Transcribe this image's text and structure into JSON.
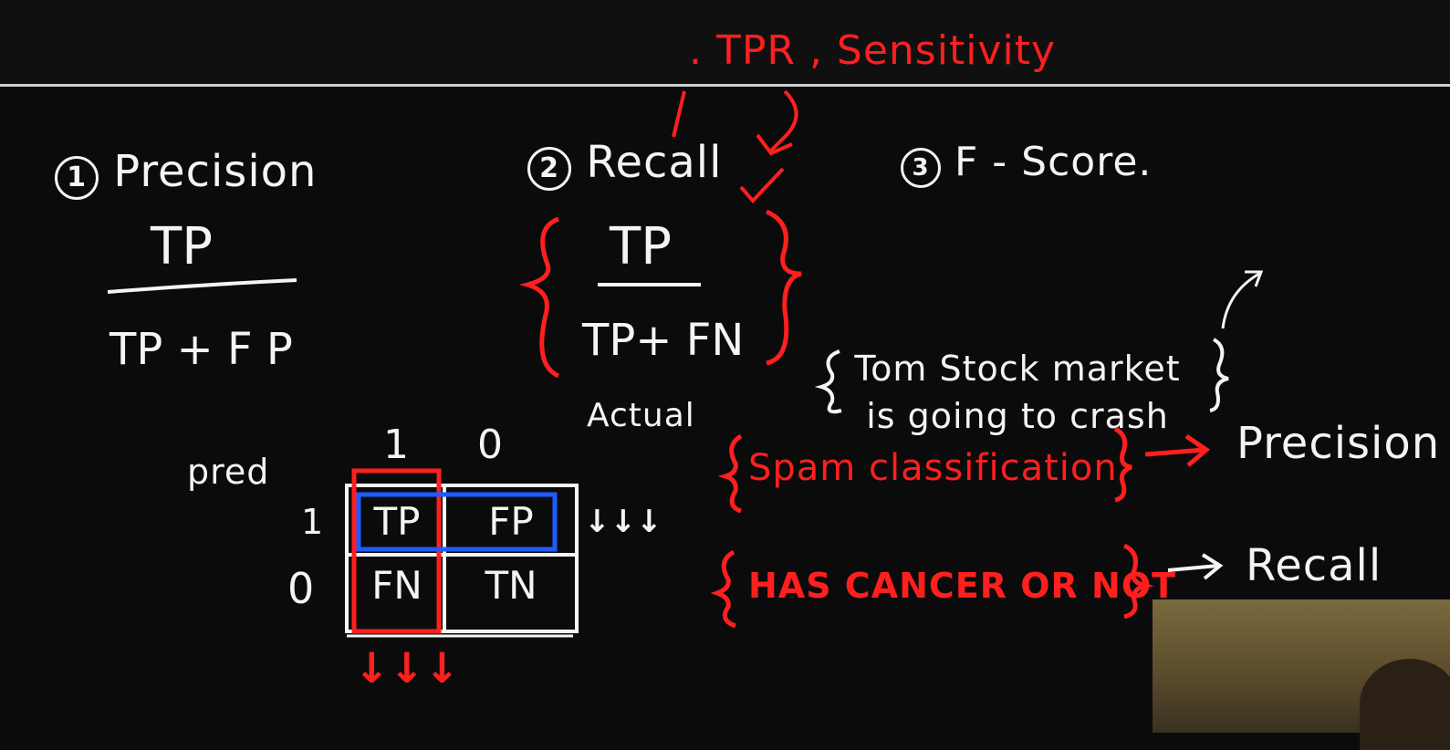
{
  "top_note": ". TPR , Sensitivity",
  "precision": {
    "number": "1",
    "title": "Precision",
    "numerator": "TP",
    "denominator": "TP + F P"
  },
  "recall": {
    "number": "2",
    "title": "Recall",
    "numerator": "TP",
    "denominator": "TP+ FN"
  },
  "fscore": {
    "number": "3",
    "title": "F - Score."
  },
  "matrix": {
    "actual_label": "Actual",
    "pred_label": "pred",
    "col_headers": [
      "1",
      "0"
    ],
    "row_headers": [
      "1",
      "0"
    ],
    "cells": [
      "TP",
      "FP",
      "FN",
      "TN"
    ],
    "right_arrows": "↓↓↓",
    "bottom_arrows": "↓↓↓"
  },
  "examples": [
    {
      "text": "Tom Stock market is going to crash",
      "result": ""
    },
    {
      "text": "Spam classification",
      "result": "Precision"
    },
    {
      "text": "HAS CANCER OR NOT",
      "result": "Recall"
    }
  ],
  "colors": {
    "chalk_white": "#f4f4f4",
    "chalk_red": "#ff1f1f",
    "chalk_blue": "#1f5bff",
    "board": "#0b0b0b"
  }
}
